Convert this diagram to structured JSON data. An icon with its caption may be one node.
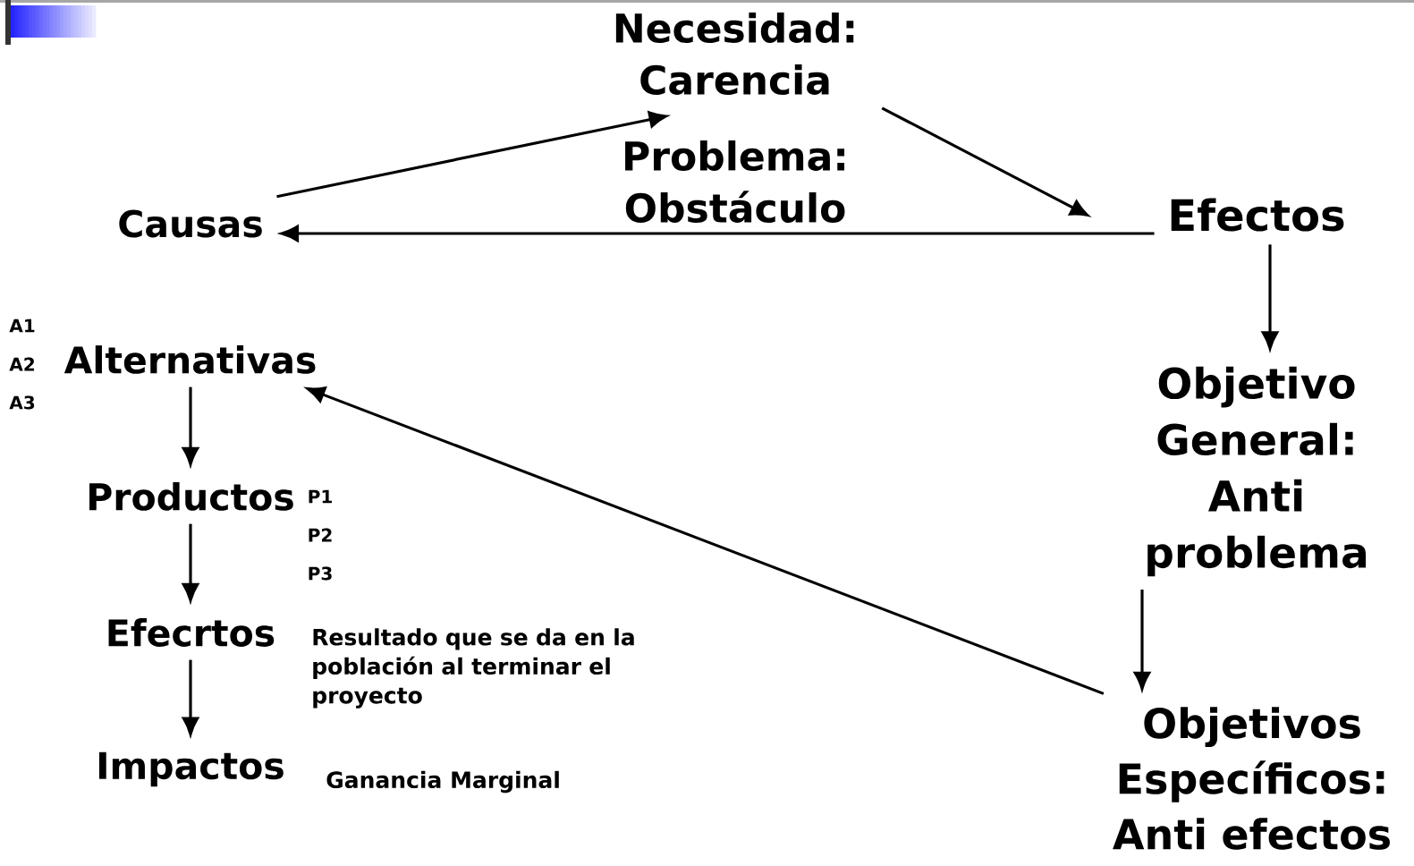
{
  "diagram": {
    "nodes": [
      {
        "text": [
          "Necesidad: Carencia"
        ]
      },
      {
        "text": [
          "Problema: Obstáculo"
        ]
      },
      {
        "text": [
          "Causas"
        ]
      },
      {
        "text": [
          "Efectos"
        ]
      },
      {
        "text": [
          "Objetivo General: Anti problema"
        ]
      },
      {
        "text": [
          "Objetivos Específicos: Anti efectos"
        ]
      },
      {
        "text": [
          "Alternativas"
        ],
        "beside": [
          "A1",
          "A2",
          "A3"
        ]
      },
      {
        "text": [
          "Productos"
        ],
        "beside": [
          "P1",
          "P2",
          "P3"
        ]
      },
      {
        "text": [
          "Efecrtos"
        ],
        "beside": [
          "Resultado que se da en la población al terminar el proyecto"
        ]
      },
      {
        "text": [
          "Impactos"
        ],
        "beside": [
          "Ganancia Marginal"
        ]
      }
    ],
    "edges": [
      {
        "from": 2,
        "to": 0,
        "arrow": "to"
      },
      {
        "from": 0,
        "to": 3,
        "arrow": "to"
      },
      {
        "from": 3,
        "to": 2,
        "arrow": "to"
      },
      {
        "from": 3,
        "to": 4,
        "arrow": "to"
      },
      {
        "from": 4,
        "to": 5,
        "arrow": "to"
      },
      {
        "from": 5,
        "to": 6,
        "arrow": "to"
      },
      {
        "from": 6,
        "to": 7,
        "arrow": "to"
      },
      {
        "from": 7,
        "to": 8,
        "arrow": "to"
      },
      {
        "from": 8,
        "to": 9,
        "arrow": "to"
      }
    ]
  }
}
